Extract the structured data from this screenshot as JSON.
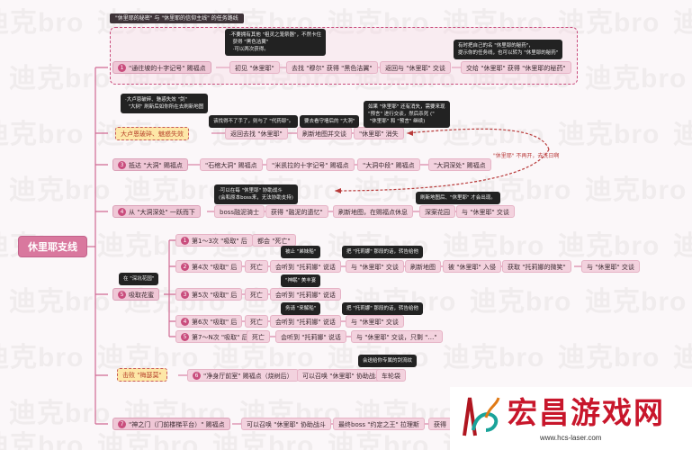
{
  "watermark": "迪克bro",
  "header": "\"休里耶的秘密\" 与 \"休里耶的信仰主线\" 的任务路线",
  "root": "休里耶支线",
  "branch1": {
    "label": "\"通往坡的十字记号\" 赐福点",
    "steps": [
      "初见 \"休里耶\"",
      "去找 \"穆尔\" 获得 \"黑色洁翼\"",
      "返回与 \"休里耶\" 交谈",
      "交给 \"休里耶\" 获得 \"休里耶的秘药\""
    ],
    "note_left": "·不要拥有其他 \"祖灵之笼祭器\"，不然卡住\n  获得 \"黑色洁翼\"\n  ·可以两次获得。",
    "note_right": "有时把自己的名 \"休里耶的秘药\"，\n提示你的任务线，也可以转为 \"休里耶的秘药\""
  },
  "branch2": {
    "label": "大卢恩破碎、魅惑失效",
    "steps": [
      "返回去找 \"休里耶\"",
      "刷新地图并交谈",
      "\"休里耶\" 消失"
    ],
    "note_top": "·大卢恩破碎、魅惑失效 \"剑\"\n  \"大树\" 刷新后如你所在去刷新地图",
    "note_mid": "该找得不了手了，则与了 \"代药耶\"。",
    "note_mid2": "要去看守墙后的 \"大洞\"",
    "note_right": "如果 \"休里耶\" 还有消失，需要来现\n\"预言\" 进行交谈，然后杀死 (\"\n \"休里耶\" 和 \"预言\" 继续)",
    "red_note": "\"休里耶\" 不再开，去洗日啊"
  },
  "branch3": {
    "label": "抵达 \"大洞\" 赐福点",
    "steps": [
      "\"石棺大洞\" 赐福点",
      "\"米凯拉的十字记号\" 赐福点",
      "\"大洞中段\" 赐福点",
      "\"大洞深处\" 赐福点"
    ]
  },
  "branch4": {
    "label": "从 \"大洞深处\" 一跃而下",
    "steps": [
      "boss融泥骑士",
      "获得 \"融泥的遗忆\"",
      "刷新地图，在赐福点休息",
      "深案花园",
      "与 \"休里耶\" 交谈"
    ],
    "note_left": "·可以在每 \"休里耶\" 协助战斗\n(会和原本boss来，无法协助支持)",
    "note_right": "刷新地图后、\"休里耶\" 才会出现。"
  },
  "branch5": {
    "label": "吸取花蜜",
    "note_left": "在 \"深坑花园\"",
    "steps_a": [
      "第1～3次 \"吸取\" 后",
      "都会 \"死亡\""
    ],
    "steps_b": [
      "第4次 \"吸取\" 后",
      "死亡",
      "会听到 \"托莉娜\" 说话",
      "与 \"休里耶\" 交谈",
      "刷新地图",
      "被 \"休里耶\" 入侵",
      "获取 \"托莉娜的微笑\"",
      "与 \"休里耶\" 交谈"
    ],
    "steps_c": [
      "第5次 \"吸取\" 后",
      "死亡",
      "会听到 \"托莉娜\" 说话"
    ],
    "steps_d": [
      "第6次 \"吸取\" 后",
      "死亡",
      "会听到 \"托莉娜\" 说话",
      "与 \"休里耶\" 交谈"
    ],
    "steps_e": [
      "第7～N次 \"吸取\" 后",
      "死亡",
      "会听到 \"托莉娜\" 说话",
      "与 \"休里耶\" 交谈，只剩 \"…\""
    ],
    "note_b1": "被止 \"弟妹船\"",
    "note_b2": "把 \"托莉娜\" 那段的话，转告给他",
    "note_c": "\"神眠\" 美丰宴",
    "note_d1": "务请 \"来解船\"",
    "note_d2": "把 \"托莉娜\" 那段的话，转告给他"
  },
  "branch6": {
    "label": "击败 \"梅瑟莫\"",
    "steps": [
      "\"净身厅前室\" 赐福点（烧树后）",
      "可以召唤 \"休里耶\" 协助战斗",
      "车轮袋"
    ],
    "note": "会送给你专属的剑流纹"
  },
  "branch7": {
    "label": "\"神之门（门前楼梯平台）\" 赐福点",
    "steps": [
      "可以召唤 \"休里耶\" 协助战斗",
      "最终boss \"约定之王\" 拉理斯",
      "获得"
    ]
  },
  "logo": {
    "title": "宏昌游戏网",
    "url": "www.hcs-laser.com",
    "accent": "#c8162b"
  }
}
